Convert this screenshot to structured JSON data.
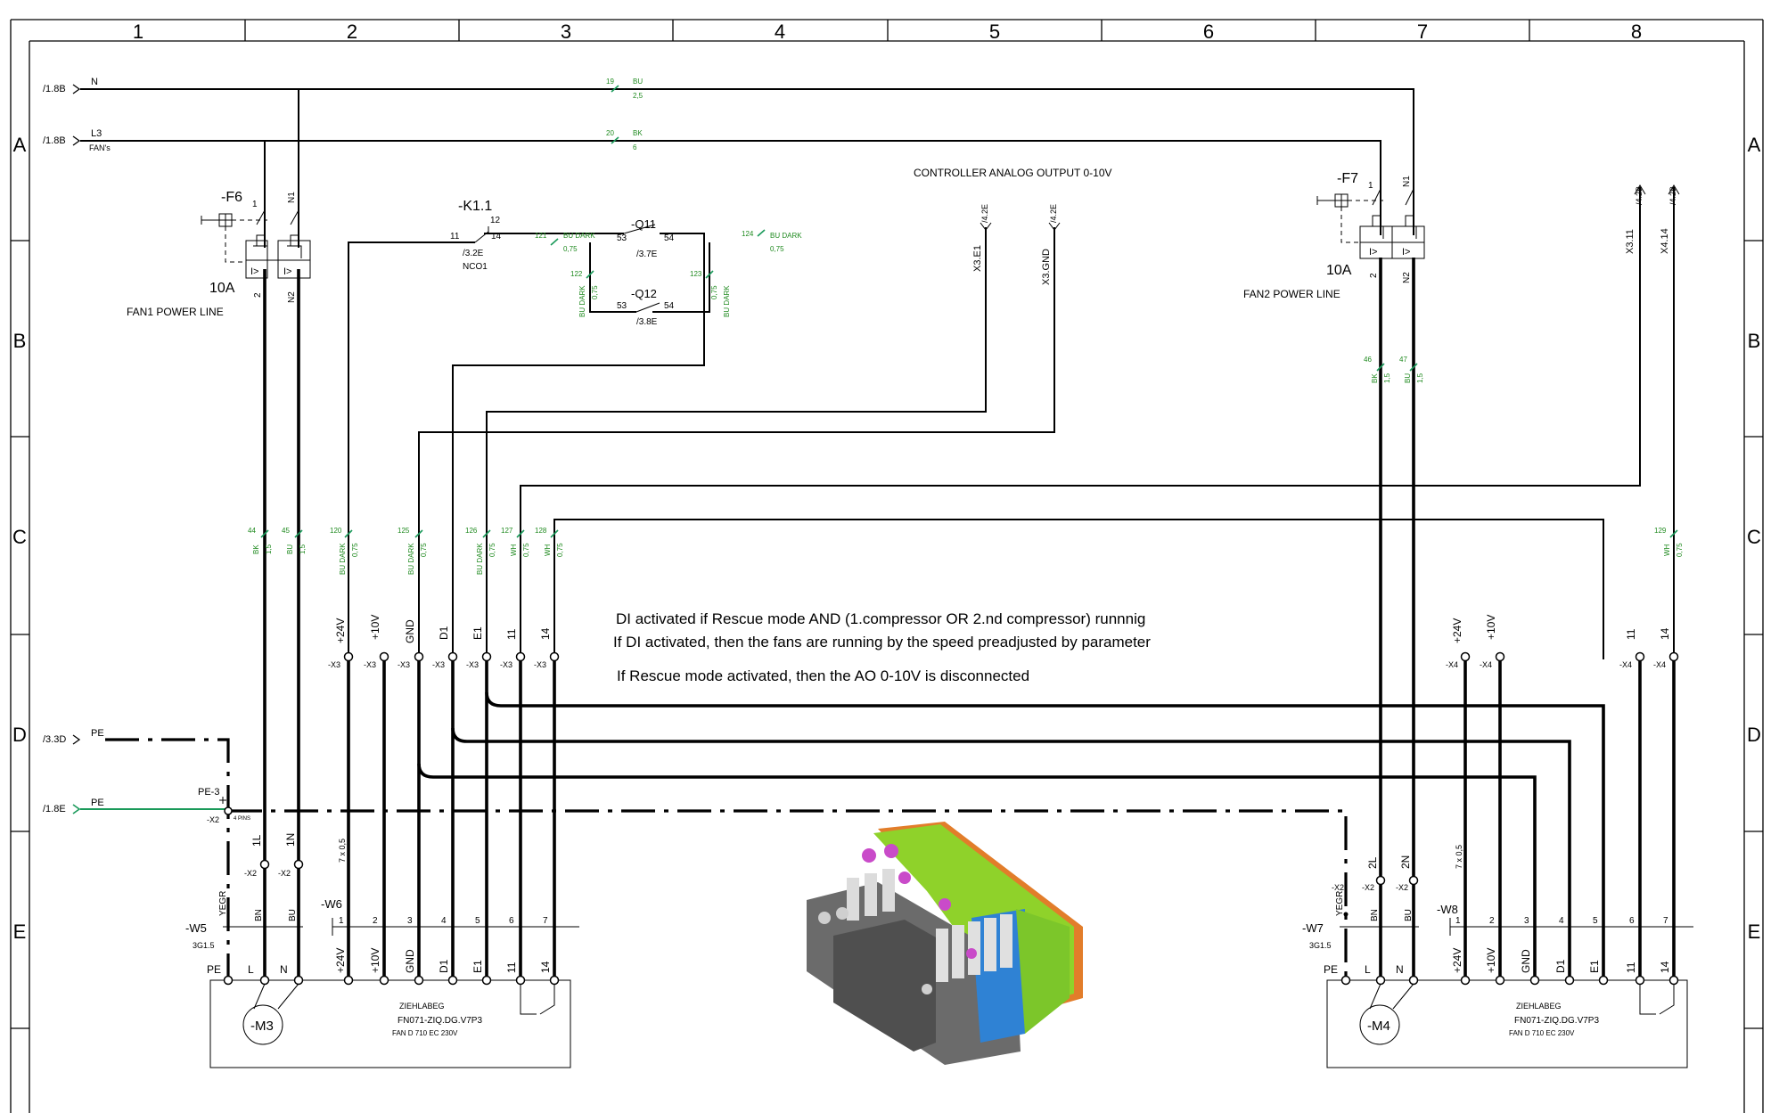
{
  "colors": {
    "wire": "#000000",
    "wire_id": "#1f8a1f",
    "pe_green": "#1a9a5a"
  },
  "columns": [
    "1",
    "2",
    "3",
    "4",
    "5",
    "6",
    "7",
    "8"
  ],
  "rows": [
    "A",
    "B",
    "C",
    "D",
    "E"
  ],
  "refs": {
    "n": "/1.8B",
    "n_label": "N",
    "l3": "/1.8B",
    "l3_label": "L3",
    "l3_sub": "FAN's",
    "pe1": "/3.3D",
    "pe1_label": "PE",
    "pe2": "/1.8E",
    "pe2_label": "PE"
  },
  "fuses": {
    "f6": {
      "name": "-F6",
      "rating": "10A",
      "line": "FAN1 POWER LINE",
      "p1": "1",
      "p2": "N1",
      "p3": "2",
      "p4": "N2"
    },
    "f7": {
      "name": "-F7",
      "rating": "10A",
      "line": "FAN2 POWER LINE",
      "p1": "1",
      "p2": "N1",
      "p3": "2",
      "p4": "N2"
    },
    "trip": "I>"
  },
  "relay": {
    "k11": {
      "name": "-K1.1",
      "p12": "12",
      "p11": "11",
      "p14": "14",
      "ref": "/3.2E",
      "type": "NCO1"
    },
    "q11": {
      "name": "-Q11",
      "pa": "53",
      "pb": "54",
      "ref": "/3.7E"
    },
    "q12": {
      "name": "-Q12",
      "pa": "53",
      "pb": "54",
      "ref": "/3.8E"
    }
  },
  "wire_ids": {
    "w19": {
      "num": "19",
      "col": "BU",
      "size": "2,5"
    },
    "w20": {
      "num": "20",
      "col": "BK",
      "size": "6"
    },
    "w121": {
      "num": "121",
      "col": "BU DARK",
      "size": "0,75"
    },
    "w124": {
      "num": "124",
      "col": "BU DARK",
      "size": "0,75"
    },
    "w122": {
      "num": "122",
      "col": "BU DARK",
      "size": "0,75"
    },
    "w123": {
      "num": "123",
      "col": "BU DARK",
      "size": "0,75"
    },
    "w44": {
      "num": "44",
      "col": "BK",
      "size": "1,5"
    },
    "w45": {
      "num": "45",
      "col": "BU",
      "size": "1,5"
    },
    "w120": {
      "num": "120",
      "col": "BU DARK",
      "size": "0,75"
    },
    "w125": {
      "num": "125",
      "col": "BU DARK",
      "size": "0,75"
    },
    "w126": {
      "num": "126",
      "col": "BU DARK",
      "size": "0,75"
    },
    "w127": {
      "num": "127",
      "col": "WH",
      "size": "0,75"
    },
    "w128": {
      "num": "128",
      "col": "WH",
      "size": "0,75"
    },
    "w129": {
      "num": "129",
      "col": "WH",
      "size": "0,75"
    },
    "w46": {
      "num": "46",
      "col": "BK",
      "size": "1,5"
    },
    "w47": {
      "num": "47",
      "col": "BU",
      "size": "1,5"
    }
  },
  "controller": {
    "title": "CONTROLLER ANALOG OUTPUT 0-10V",
    "e1": "X3.E1",
    "gnd": "X3.GND",
    "x311": "X3.11",
    "x414": "X4.14",
    "ref_a": "/4.2E",
    "ref_b": "/4.2E",
    "ref_c": "/4.2B",
    "ref_d": "/4.2B"
  },
  "terminals": {
    "x3": [
      "+24V",
      "+10V",
      "GND",
      "D1",
      "E1",
      "11",
      "14"
    ],
    "x4a": [
      "+24V",
      "+10V"
    ],
    "x4b": [
      "11",
      "14"
    ],
    "x3_tag": "-X3",
    "x4_tag": "-X4",
    "x2_tag": "-X2",
    "pe3": "PE-3",
    "pins": "4 PINS",
    "l1": "1L",
    "n1": "1N",
    "l2": "2L",
    "n2": "2N"
  },
  "notes": [
    "DI activated if Rescue mode AND (1.compressor OR 2.nd compressor) runnnig",
    "If DI activated, then the fans are running by the speed preadjusted by parameter",
    "If Rescue mode activated, then the AO 0-10V is disconnected"
  ],
  "cables": {
    "w5": "-W5",
    "w5_type": "3G1.5",
    "w6": "-W6",
    "w6_spec": "7 x 0,5",
    "w7": "-W7",
    "w7_type": "3G1.5",
    "w8": "-W8",
    "w8_spec": "7 x 0,5",
    "cores3": [
      "YEGR",
      "BN",
      "BU"
    ],
    "cores7": [
      "1",
      "2",
      "3",
      "4",
      "5",
      "6",
      "7"
    ]
  },
  "motors": {
    "m3": {
      "name": "-M3",
      "maker": "ZIEHLABEG",
      "model": "FN071-ZIQ.DG.V7P3",
      "desc": "FAN D 710 EC 230V"
    },
    "m4": {
      "name": "-M4",
      "maker": "ZIEHLABEG",
      "model": "FN071-ZIQ.DG.V7P3",
      "desc": "FAN D 710 EC 230V"
    },
    "pins": [
      "PE",
      "L",
      "N",
      "+24V",
      "+10V",
      "GND",
      "D1",
      "E1",
      "11",
      "14"
    ]
  }
}
